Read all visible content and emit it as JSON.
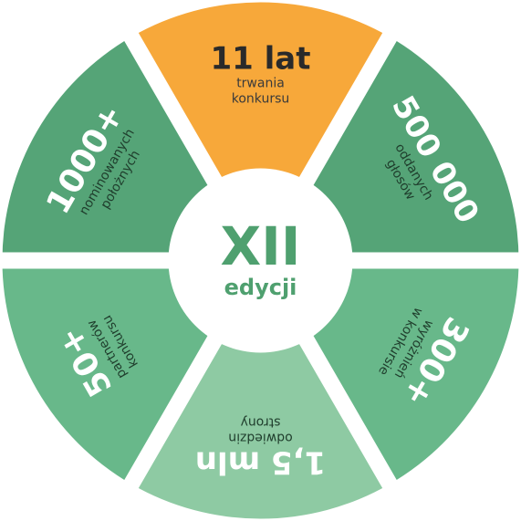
{
  "colors": {
    "background": "#ffffff",
    "center_text": "#4fa06f",
    "num_text_light": "#ffffff",
    "num_text_dark": "#2a2a2a",
    "sub_text_light": "#1f3d2c",
    "sub_text_dark": "#3a3a3a"
  },
  "center": {
    "title": "XII",
    "subtitle": "edycji"
  },
  "segments": [
    {
      "id": "lat",
      "number": "11 lat",
      "sub_lines": [
        "trwania",
        "konkursu"
      ],
      "fill": "#f7a83a",
      "text_theme": "dark"
    },
    {
      "id": "glosow",
      "number": "500 000",
      "sub_lines": [
        "oddanych",
        "głosów"
      ],
      "fill": "#55a477",
      "text_theme": "light"
    },
    {
      "id": "wyroznien",
      "number": "300+",
      "sub_lines": [
        "wyróżnień",
        "w konkursie"
      ],
      "fill": "#68b88a",
      "text_theme": "light"
    },
    {
      "id": "odwiedzin",
      "number": "1,5 mln",
      "sub_lines": [
        "odwiedzin",
        "strony"
      ],
      "fill": "#8ecaa3",
      "text_theme": "light"
    },
    {
      "id": "partnerow",
      "number": "50+",
      "sub_lines": [
        "partnerów",
        "konkursu"
      ],
      "fill": "#68b88a",
      "text_theme": "light"
    },
    {
      "id": "poloznych",
      "number": "1000+",
      "sub_lines": [
        "nominowanych",
        "położnych"
      ],
      "fill": "#55a477",
      "text_theme": "light"
    }
  ]
}
